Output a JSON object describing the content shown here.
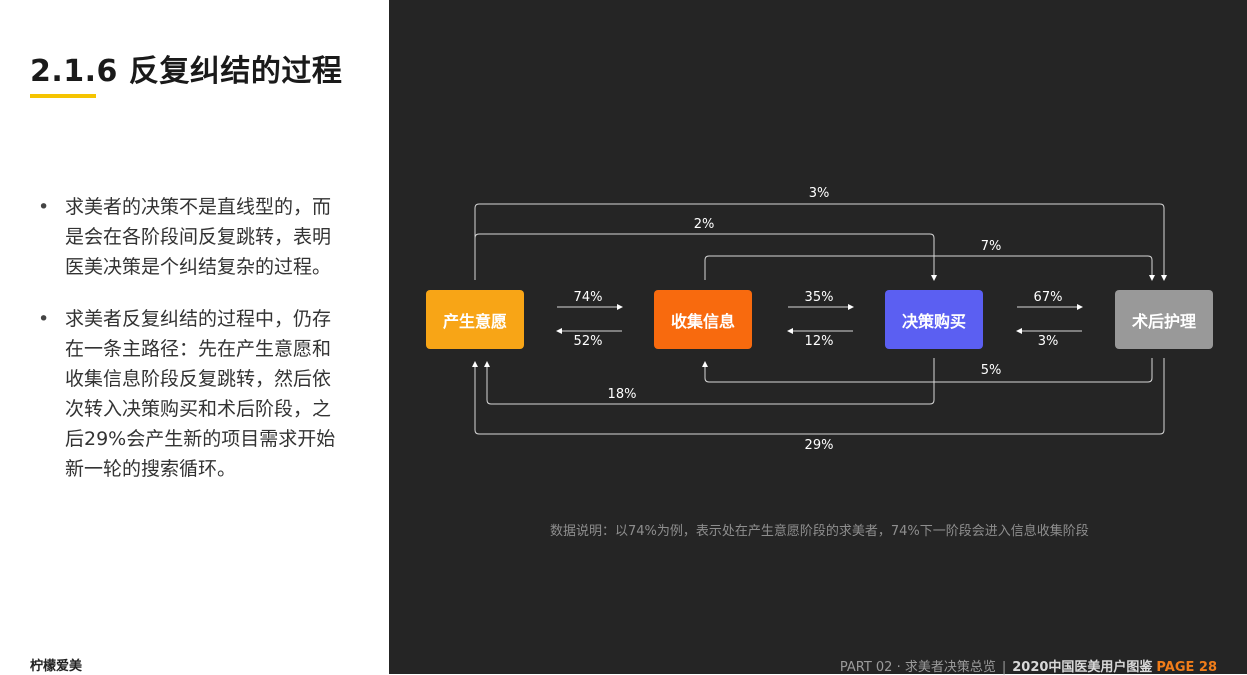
{
  "page": {
    "title": "2.1.6 反复纠结的过程",
    "bullets": [
      "求美者的决策不是直线型的，而是会在各阶段间反复跳转，表明医美决策是个纠结复杂的过程。",
      "求美者反复纠结的过程中，仍存在一条主路径：先在产生意愿和收集信息阶段反复跳转，然后依次转入决策购买和术后阶段，之后29%会产生新的项目需求开始新一轮的搜索循环。"
    ],
    "bullet_symbol": "•",
    "brand": "柠檬爱美"
  },
  "diagram": {
    "nodes": [
      {
        "label": "产生意愿",
        "color": "#f8a516"
      },
      {
        "label": "收集信息",
        "color": "#f86a0e"
      },
      {
        "label": "决策购买",
        "color": "#5b5ff2"
      },
      {
        "label": "术后护理",
        "color": "#999999"
      }
    ],
    "edges": {
      "f12": "74%",
      "b21": "52%",
      "f23": "35%",
      "b32": "12%",
      "f34": "67%",
      "b43": "3%",
      "s14": "3%",
      "s13": "2%",
      "s24": "7%",
      "r42": "5%",
      "r31": "18%",
      "r41": "29%"
    },
    "note": "数据说明：以74%为例，表示处在产生意愿阶段的求美者，74%下一阶段会进入信息收集阶段"
  },
  "footer": {
    "part": "PART 02 · 求美者决策总览",
    "separator": "|",
    "report": "2020中国医美用户图鉴",
    "page": "PAGE 28"
  }
}
